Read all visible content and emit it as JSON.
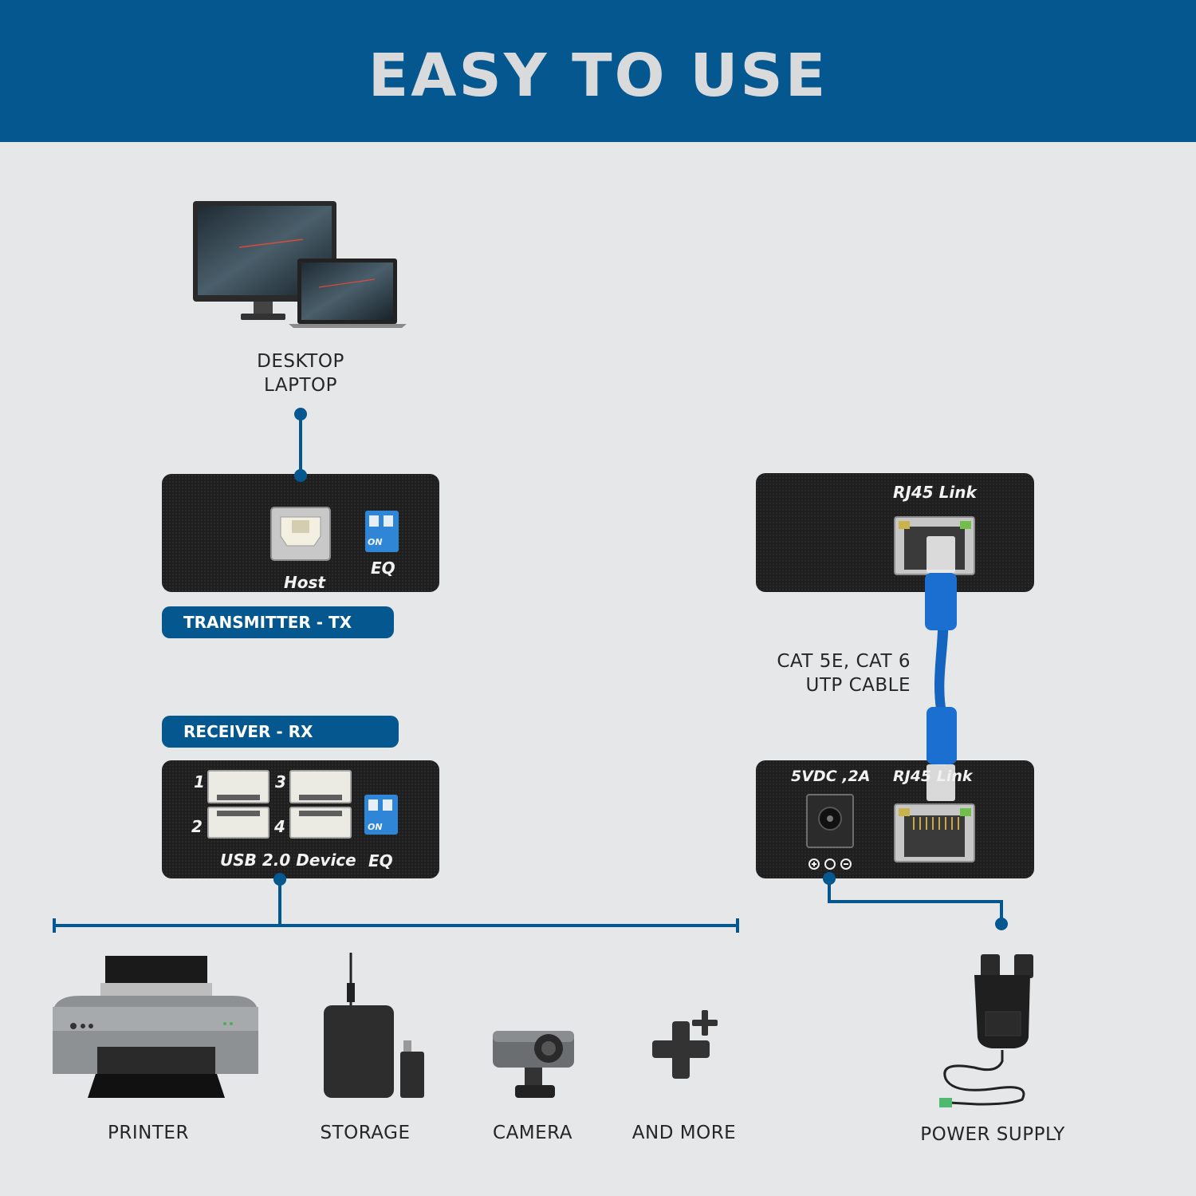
{
  "header": {
    "title": "EASY TO USE"
  },
  "source": {
    "line1": "DESKTOP",
    "line2": "LAPTOP"
  },
  "transmitter": {
    "pill": "TRANSMITTER - TX",
    "host_label": "Host",
    "eq_label": "EQ",
    "dip_on": "ON"
  },
  "receiver": {
    "pill": "RECEIVER - RX",
    "ports": [
      "1",
      "2",
      "3",
      "4"
    ],
    "usb_label": "USB 2.0 Device",
    "eq_label": "EQ",
    "dip_on": "ON"
  },
  "rj45_top": {
    "label": "RJ45 Link"
  },
  "rj45_bottom": {
    "power_label": "5VDC ,2A",
    "link_label": "RJ45 Link"
  },
  "cable": {
    "line1": "CAT 5E, CAT 6",
    "line2": "UTP CABLE"
  },
  "devices": [
    {
      "label": "PRINTER",
      "icon": "printer-icon"
    },
    {
      "label": "STORAGE",
      "icon": "storage-icon"
    },
    {
      "label": "CAMERA",
      "icon": "camera-icon"
    },
    {
      "label": "AND MORE",
      "icon": "plus-more-icon"
    }
  ],
  "power_supply": {
    "label": "POWER SUPPLY"
  },
  "colors": {
    "brand": "#05588f",
    "background": "#e6e7e8",
    "title": "#d9dadb",
    "cable": "#1565c0"
  }
}
